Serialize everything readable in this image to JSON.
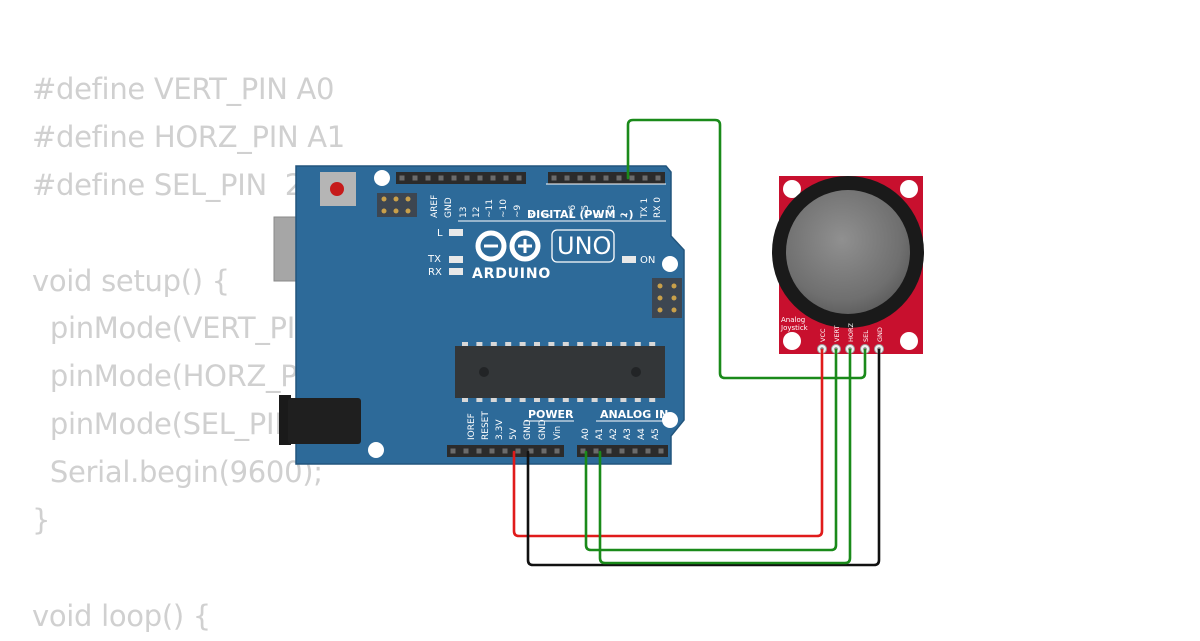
{
  "code": {
    "lines": [
      "#define VERT_PIN A0",
      "#define HORZ_PIN A1",
      "#define SEL_PIN  2",
      "",
      "void setup() {",
      "  pinMode(VERT_PIN, INPUT);",
      "  pinMode(HORZ_PIN, INPUT);",
      "  pinMode(SEL_PIN, INPUT_PULLUP);",
      "  Serial.begin(9600);",
      "}",
      "",
      "void loop() {"
    ]
  },
  "arduino": {
    "brand": "ARDUINO",
    "model": "UNO",
    "digital_header": "DIGITAL (PWM ~)",
    "power_header": "POWER",
    "analog_header": "ANALOG IN",
    "led_l": "L",
    "led_tx": "TX",
    "led_rx": "RX",
    "led_on": "ON",
    "digital_pins": [
      "AREF",
      "GND",
      "13",
      "12",
      "~11",
      "~10",
      "~9",
      "8",
      "7",
      "~6",
      "~5",
      "4",
      "~3",
      "2",
      "TX 1",
      "RX 0"
    ],
    "power_pins": [
      "IOREF",
      "RESET",
      "3.3V",
      "5V",
      "GND",
      "GND",
      "Vin"
    ],
    "analog_pins": [
      "A0",
      "A1",
      "A2",
      "A3",
      "A4",
      "A5"
    ]
  },
  "joystick": {
    "label_line1": "Analog",
    "label_line2": "Joystick",
    "pins": [
      "VCC",
      "VERT",
      "HORZ",
      "SEL",
      "GND"
    ]
  },
  "colors": {
    "board": "#2d6a99",
    "joystick_pcb": "#c8102e",
    "wire_green": "#1a8a1a",
    "wire_red": "#e01b1b",
    "wire_black": "#111111",
    "code_text": "#d0d0d0"
  }
}
